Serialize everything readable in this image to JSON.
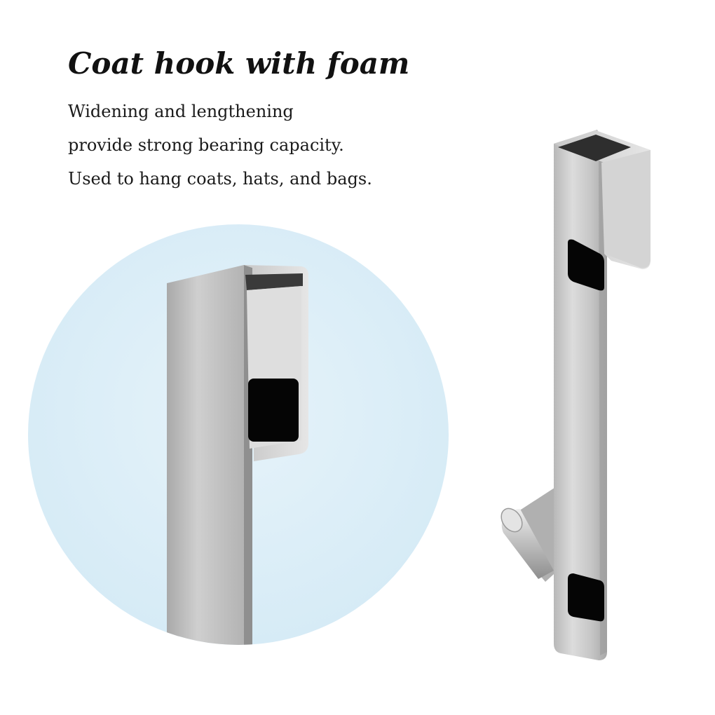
{
  "headline": "Coat hook with foam",
  "description_lines": [
    "Widening and lengthening",
    "provide strong bearing capacity.",
    "Used to hang coats, hats, and bags."
  ],
  "colors": {
    "circle_bg": "#dbeef8",
    "steel_light": "#d8d8d8",
    "steel_dark": "#9c9c9c",
    "foam": "#0a0a0a",
    "text": "#111111"
  },
  "images": {
    "zoom_detail": "zoomed-view-of-hook-top-with-foam-pad",
    "product": "stainless-steel-over-door-hook"
  }
}
